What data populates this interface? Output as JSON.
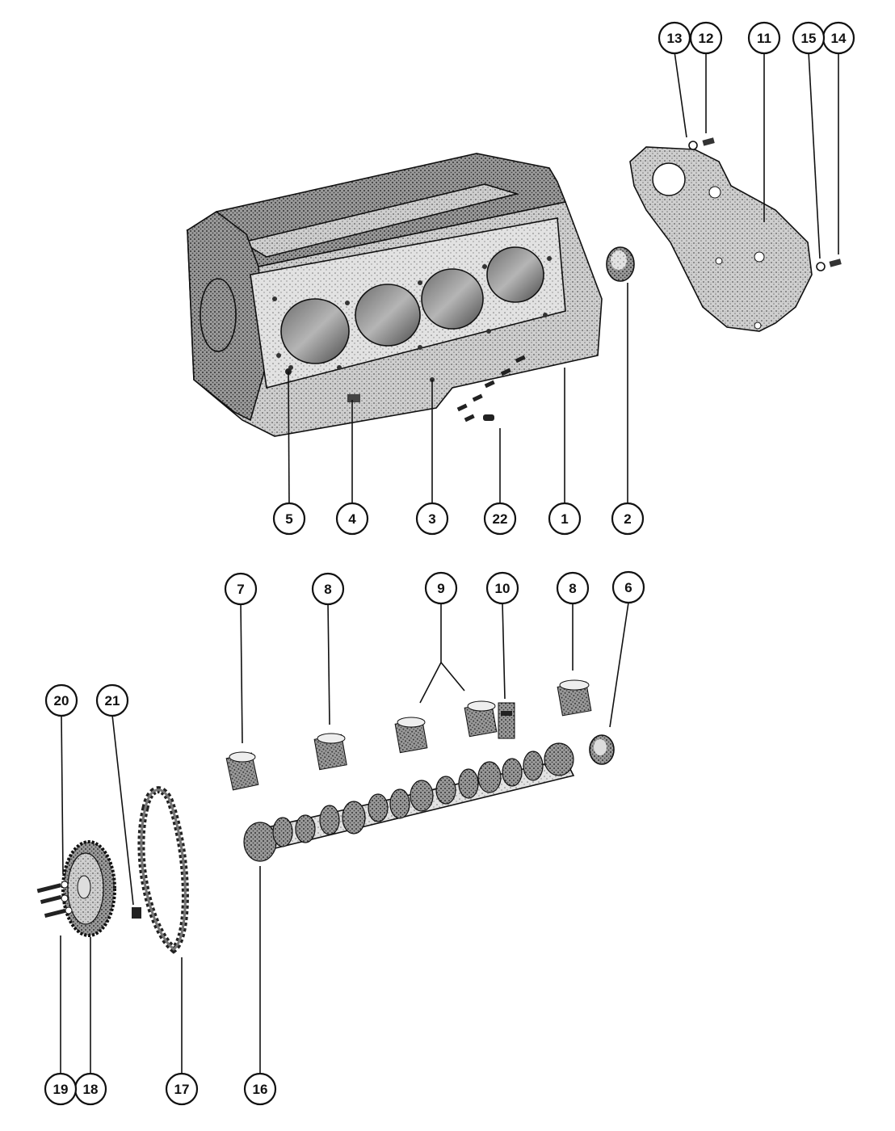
{
  "diagram": {
    "callouts": [
      "1",
      "2",
      "3",
      "4",
      "5",
      "6",
      "7",
      "8",
      "8",
      "9",
      "10",
      "11",
      "12",
      "13",
      "14",
      "15",
      "16",
      "17",
      "18",
      "19",
      "20",
      "21",
      "22"
    ]
  }
}
